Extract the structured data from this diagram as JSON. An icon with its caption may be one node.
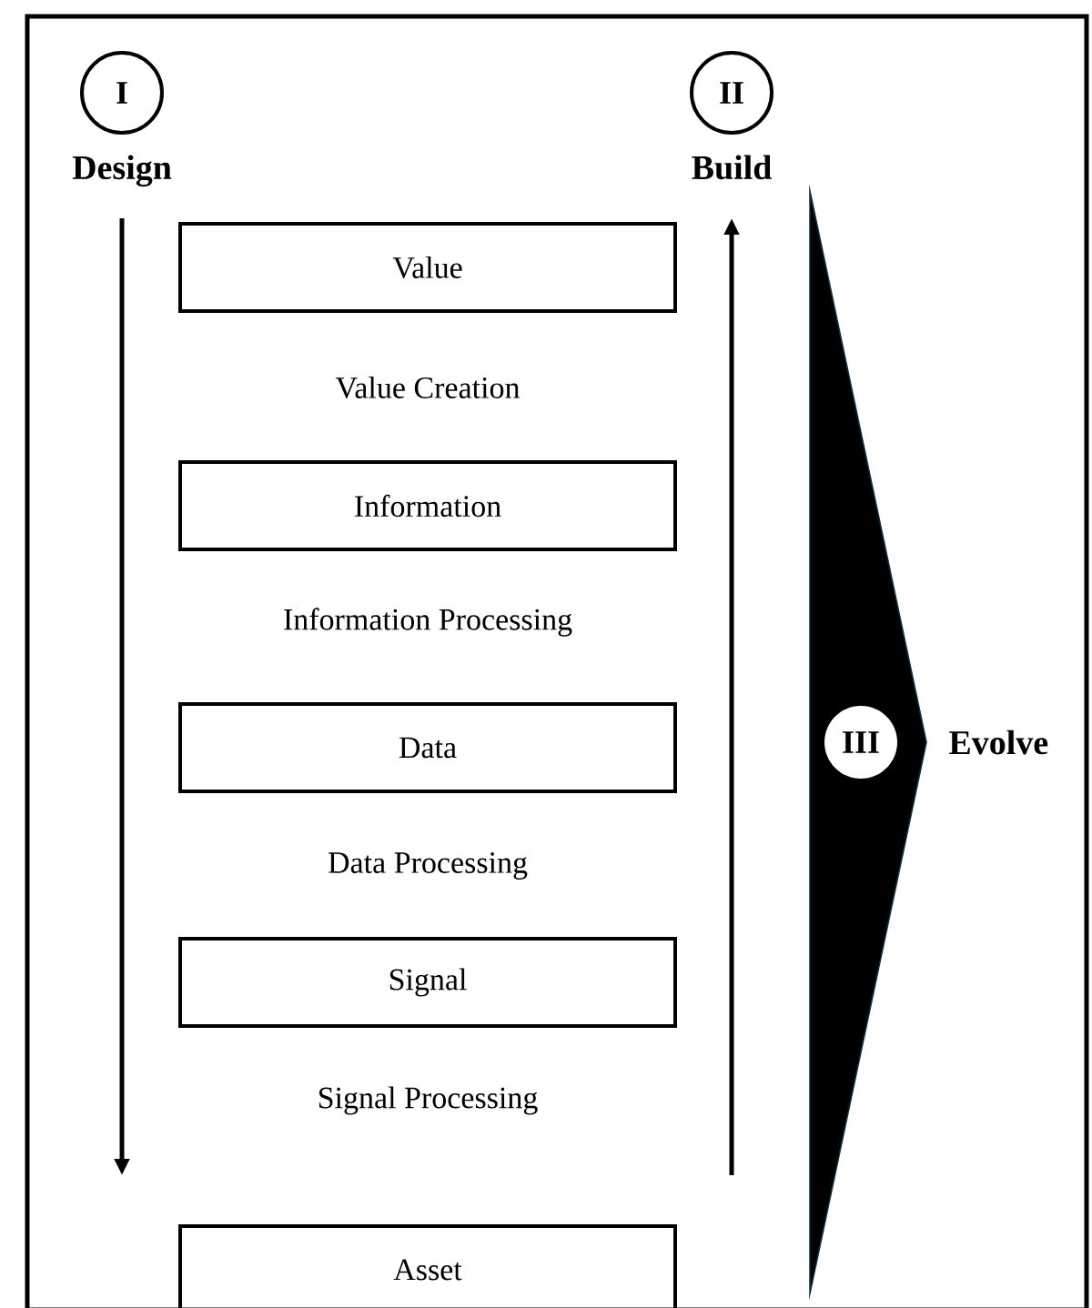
{
  "diagram": {
    "nodes": [
      {
        "text": [
          "I"
        ],
        "beside": [
          "Design"
        ]
      },
      {
        "text": [
          "II"
        ],
        "beside": [
          "Build"
        ]
      },
      {
        "text": [
          "Value"
        ]
      },
      {
        "text": [
          "Information"
        ]
      },
      {
        "text": [
          "Data"
        ]
      },
      {
        "text": [
          "Signal"
        ]
      },
      {
        "text": [
          "Asset"
        ]
      },
      {
        "text": [],
        "shape": "chevron"
      },
      {
        "text": [
          "III"
        ],
        "beside": [
          "Evolve"
        ],
        "in": 7
      }
    ],
    "labels": [
      "Value Creation",
      "Information Processing",
      "Data Processing",
      "Signal Processing"
    ]
  }
}
